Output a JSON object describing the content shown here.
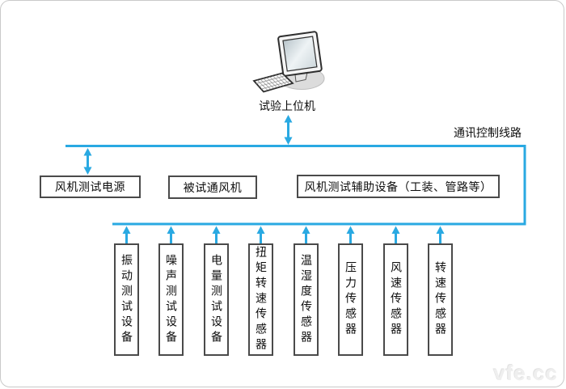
{
  "diagram": {
    "host_label": "试验上位机",
    "bus_label": "通讯控制线路",
    "middle_nodes": [
      {
        "label": "风机测试电源"
      },
      {
        "label": "被试通风机"
      },
      {
        "label": "风机测试辅助设备（工装、管路等）"
      }
    ],
    "device_nodes": [
      {
        "label": "振动测试设备"
      },
      {
        "label": "噪声测试设备"
      },
      {
        "label": "电量测试设备"
      },
      {
        "label": "扭矩转速传感器"
      },
      {
        "label": "温湿度传感器"
      },
      {
        "label": "压力传感器"
      },
      {
        "label": "风速传感器"
      },
      {
        "label": "转速传感器"
      }
    ],
    "watermark": "vfe.cc",
    "colors": {
      "bus_line": "#29A9E2",
      "box_border": "#4a4a4a"
    }
  }
}
